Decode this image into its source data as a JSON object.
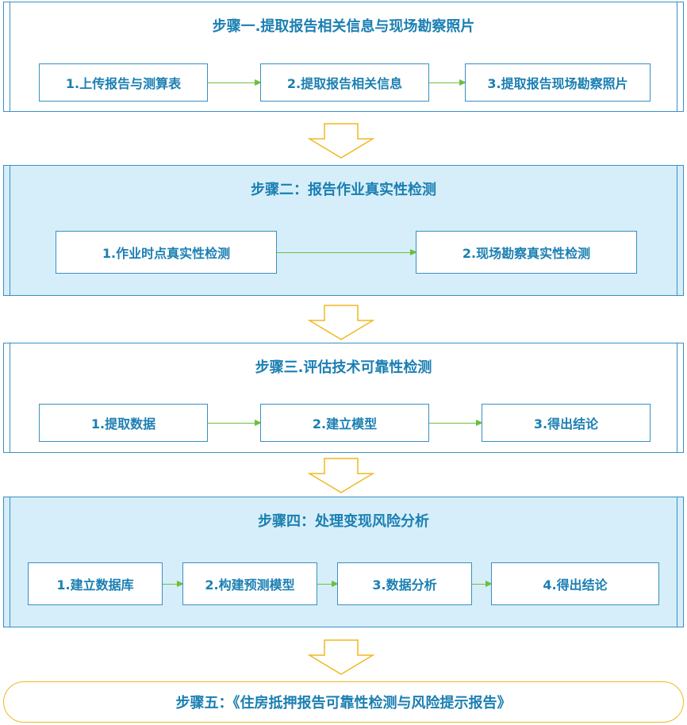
{
  "steps": [
    {
      "title": "步骤一.提取报告相关信息与现场勘察照片",
      "boxes": [
        "1.上传报告与测算表",
        "2.提取报告相关信息",
        "3.提取报告现场勘察照片"
      ]
    },
    {
      "title": "步骤二：报告作业真实性检测",
      "boxes": [
        "1.作业时点真实性检测",
        "2.现场勘察真实性检测"
      ]
    },
    {
      "title": "步骤三.评估技术可靠性检测",
      "boxes": [
        "1.提取数据",
        "2.建立模型",
        "3.得出结论"
      ]
    },
    {
      "title": "步骤四：处理变现风险分析",
      "boxes": [
        "1.建立数据库",
        "2.构建预测模型",
        "3.数据分析",
        "4.得出结论"
      ]
    }
  ],
  "final": {
    "title": "步骤五：《住房抵押报告可靠性检测与风险提示报告》"
  },
  "colors": {
    "border": "#3a8fc2",
    "text": "#1b7fb2",
    "fill_blue": "#d6eef9",
    "arrow_green": "#6cbf3f",
    "down_arrow": "#f0b71e"
  }
}
